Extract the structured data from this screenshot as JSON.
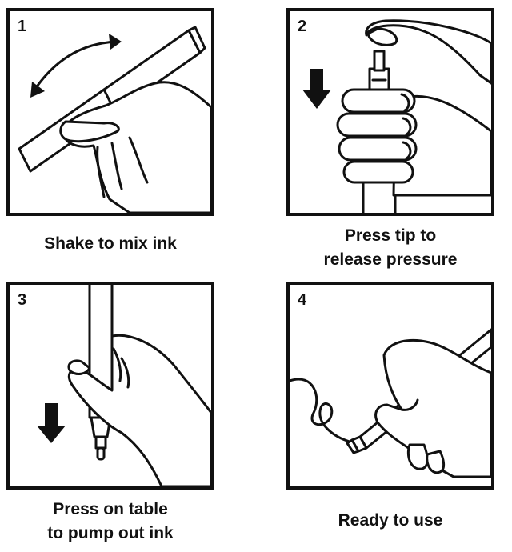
{
  "steps": [
    {
      "number": "1",
      "caption": "Shake to mix ink"
    },
    {
      "number": "2",
      "caption_line1": "Press tip to",
      "caption_line2": "release pressure"
    },
    {
      "number": "3",
      "caption_line1": "Press on table",
      "caption_line2": "to pump out ink"
    },
    {
      "number": "4",
      "caption": "Ready to use"
    }
  ],
  "colors": {
    "ink": "#111111",
    "background": "#ffffff"
  },
  "icons": [
    "curved-double-arrow-icon",
    "down-arrow-icon",
    "down-arrow-icon",
    "ink-squiggle-icon"
  ]
}
